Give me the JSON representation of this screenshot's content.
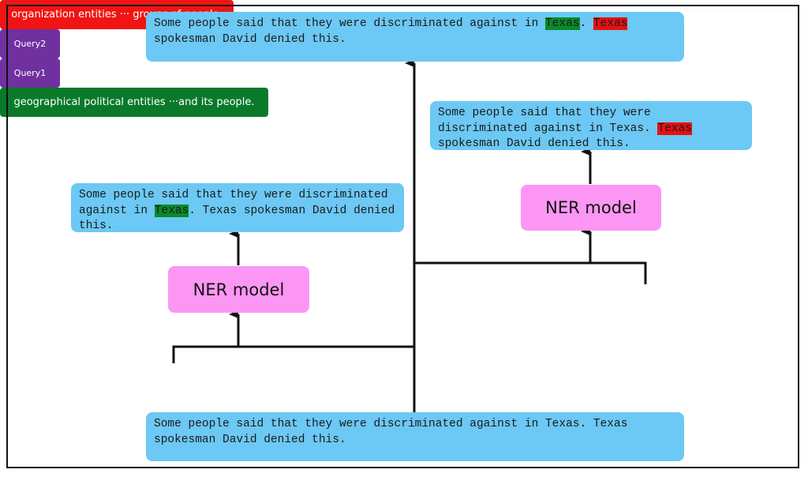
{
  "top_sentence": {
    "pre": "Some people said that they were discriminated against in ",
    "ent1": "Texas",
    "mid": ". ",
    "ent2": "Texas",
    "post": " spokesman David denied this."
  },
  "left_result": {
    "pre": "Some people said that they were discriminated against in ",
    "ent1": "Texas",
    "post": ". Texas spokesman David denied this."
  },
  "right_result": {
    "pre": "Some people said that they were discriminated against in Texas. ",
    "ent2": "Texas",
    "post": " spokesman David denied this."
  },
  "left_model": {
    "label": "NER model"
  },
  "right_model": {
    "label": "NER model"
  },
  "query1": {
    "tag": "Query1",
    "text": "geographical political entities ···and its people."
  },
  "query2": {
    "tag": "Query2",
    "text": "organization entities ··· groups of people."
  },
  "bottom_sentence": {
    "text": "Some people said that they were discriminated against in Texas. Texas spokesman David denied this."
  },
  "colors": {
    "sentence_box": "#6cc8f4",
    "model_box": "#fb96f4",
    "geo_entity": "#0a8a2a",
    "org_entity": "#e81010",
    "query_tag": "#7030a0"
  }
}
